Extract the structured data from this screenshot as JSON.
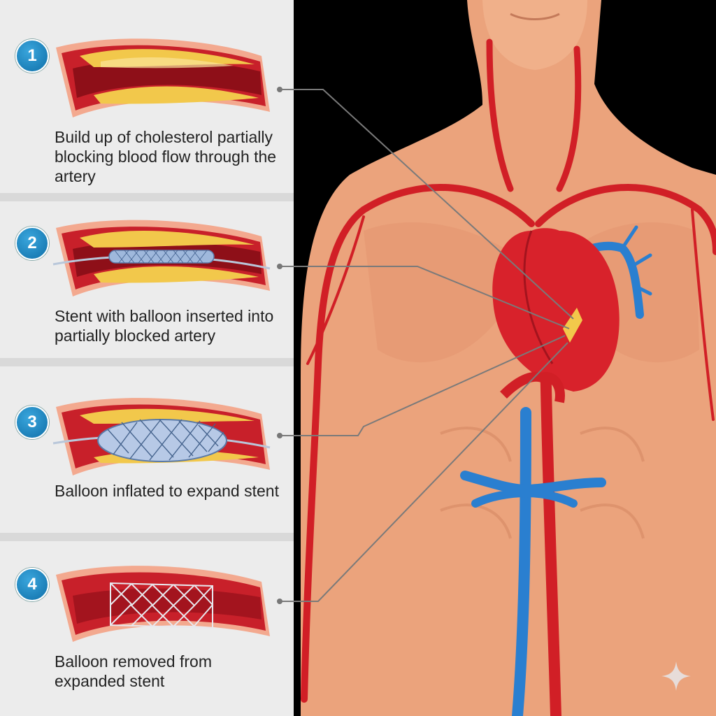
{
  "steps": [
    {
      "number": "1",
      "caption": "Build up of cholesterol partially blocking blood flow through the artery"
    },
    {
      "number": "2",
      "caption": "Stent with balloon inserted into partially blocked artery"
    },
    {
      "number": "3",
      "caption": "Balloon inflated to expand stent"
    },
    {
      "number": "4",
      "caption": "Balloon removed from expanded stent"
    }
  ],
  "colors": {
    "badge": "#1a83c4",
    "artery_wall": "#c8202a",
    "artery_outer": "#f2a58a",
    "plaque": "#f2c84b",
    "vein": "#2a7fd0",
    "skin": "#eba37c",
    "background_right": "#000000",
    "background_left": "#ececec"
  }
}
